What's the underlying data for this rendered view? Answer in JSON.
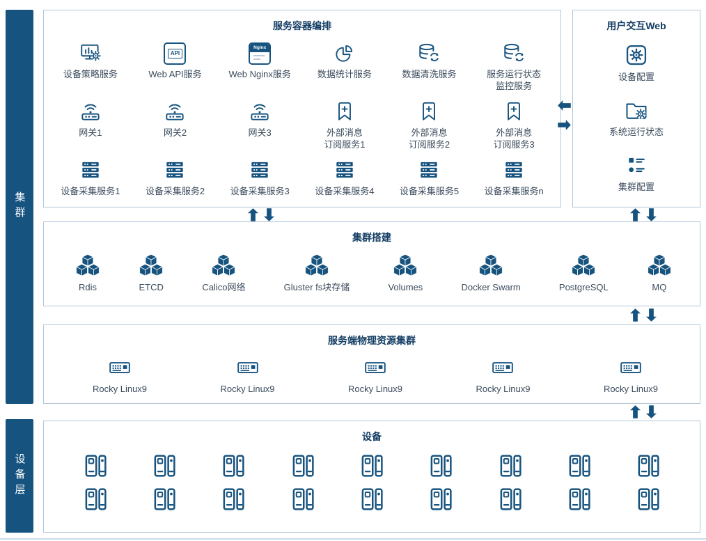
{
  "colors": {
    "navy": "#17537f",
    "box_border": "#b3c7d9",
    "label_text": "#3a4b5c",
    "title_text": "#123c63"
  },
  "sidebar": {
    "cluster": "集群",
    "device_layer": "设备层"
  },
  "orchestration": {
    "title": "服务容器编排",
    "row1": [
      {
        "label": "设备策略服务"
      },
      {
        "label": "Web API服务",
        "icon_text": "API"
      },
      {
        "label": "Web Nginx服务",
        "icon_text": "Nginx"
      },
      {
        "label": "数据统计服务"
      },
      {
        "label": "数据清洗服务"
      },
      {
        "label": "服务运行状态\n监控服务"
      }
    ],
    "row2": [
      {
        "label": "网关1"
      },
      {
        "label": "网关2"
      },
      {
        "label": "网关3"
      },
      {
        "label": "外部消息\n订阅服务1"
      },
      {
        "label": "外部消息\n订阅服务2"
      },
      {
        "label": "外部消息\n订阅服务3"
      }
    ],
    "row3": [
      {
        "label": "设备采集服务1"
      },
      {
        "label": "设备采集服务2"
      },
      {
        "label": "设备采集服务3"
      },
      {
        "label": "设备采集服务4"
      },
      {
        "label": "设备采集服务5"
      },
      {
        "label": "设备采集服务n"
      }
    ]
  },
  "user_web": {
    "title": "用户交互Web",
    "items": [
      {
        "label": "设备配置"
      },
      {
        "label": "系统运行状态"
      },
      {
        "label": "集群配置"
      }
    ]
  },
  "cluster_setup": {
    "title": "集群搭建",
    "items": [
      {
        "label": "Rdis"
      },
      {
        "label": "ETCD"
      },
      {
        "label": "Calico网络"
      },
      {
        "label": "Gluster fs块存储"
      },
      {
        "label": "Volumes"
      },
      {
        "label": "Docker Swarm"
      },
      {
        "label": "PostgreSQL"
      },
      {
        "label": "MQ"
      }
    ]
  },
  "physical": {
    "title": "服务端物理资源集群",
    "items": [
      {
        "label": "Rocky Linux9"
      },
      {
        "label": "Rocky Linux9"
      },
      {
        "label": "Rocky Linux9"
      },
      {
        "label": "Rocky Linux9"
      },
      {
        "label": "Rocky Linux9"
      }
    ]
  },
  "devices": {
    "title": "设备",
    "rows": 2,
    "cols": 9
  }
}
